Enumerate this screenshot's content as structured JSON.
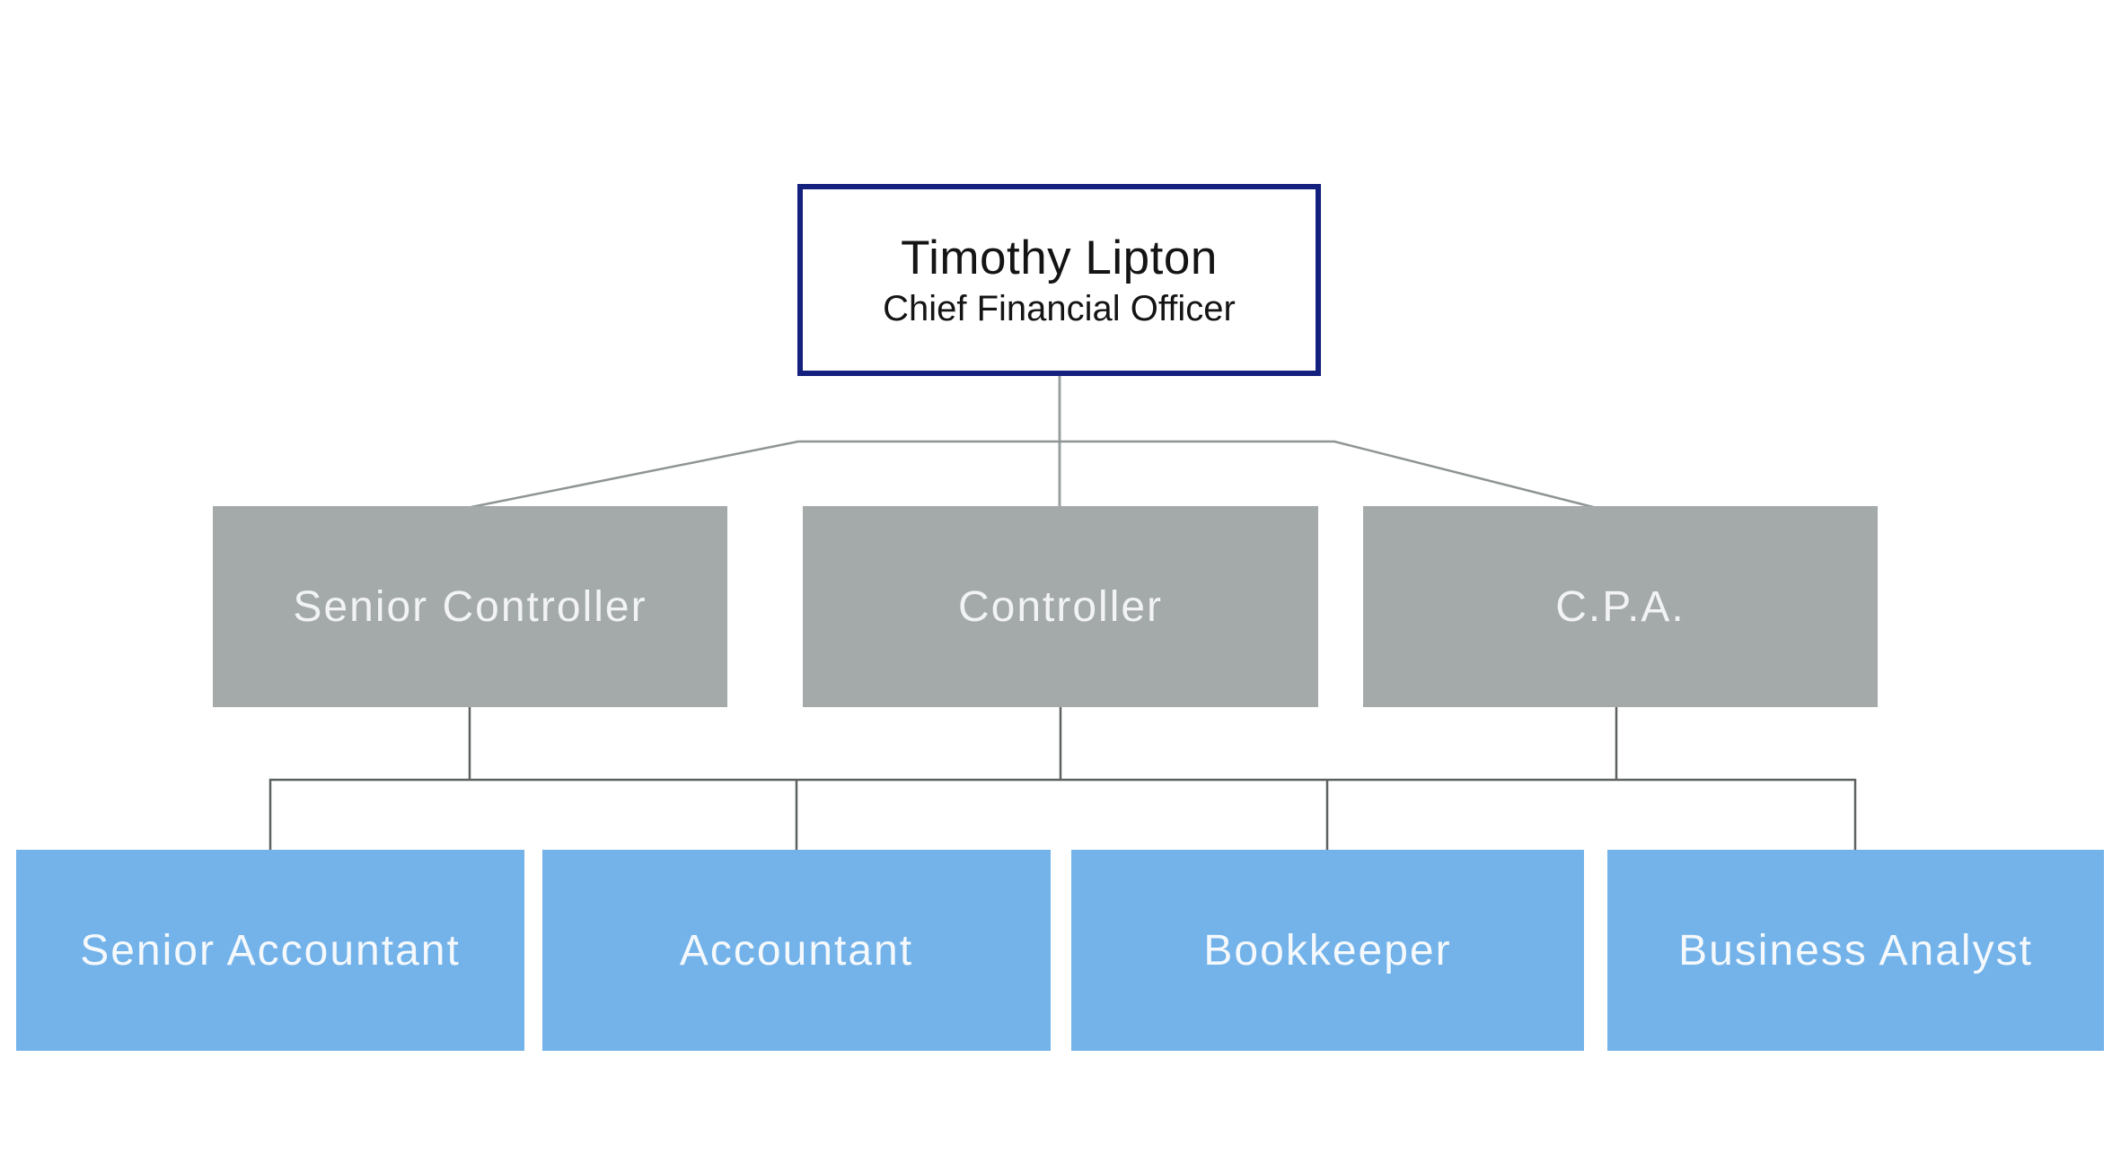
{
  "org_chart": {
    "root": {
      "name": "Timothy Lipton",
      "title": "Chief Financial Officer"
    },
    "level2": [
      {
        "label": "Senior Controller"
      },
      {
        "label": "Controller"
      },
      {
        "label": "C.P.A."
      }
    ],
    "level3": [
      {
        "label": "Senior Accountant"
      },
      {
        "label": "Accountant"
      },
      {
        "label": "Bookkeeper"
      },
      {
        "label": "Business Analyst"
      }
    ],
    "colors": {
      "background": "#ffffff",
      "root_border": "#14207e",
      "root_fill": "#ffffff",
      "root_text": "#141414",
      "level2_fill": "#a4a9a9",
      "level3_fill": "#73b3ea",
      "box_text": "#f4f7f7",
      "connector_upper": "#8f9494",
      "connector_lower": "#5d6161"
    }
  }
}
